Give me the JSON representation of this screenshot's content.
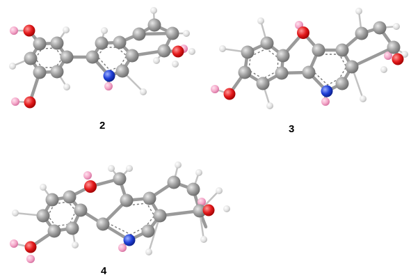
{
  "molecules": [
    {
      "label": "2"
    },
    {
      "label": "3"
    },
    {
      "label": "4"
    }
  ],
  "colors": {
    "background": "#ffffff",
    "carbon": "#9a9a9a",
    "hydrogen": "#e6e6e6",
    "oxygen": "#e31a1c",
    "nitrogen": "#1f3fd6",
    "exchangeable_h": "#f3a6c8",
    "label": "#000000"
  }
}
